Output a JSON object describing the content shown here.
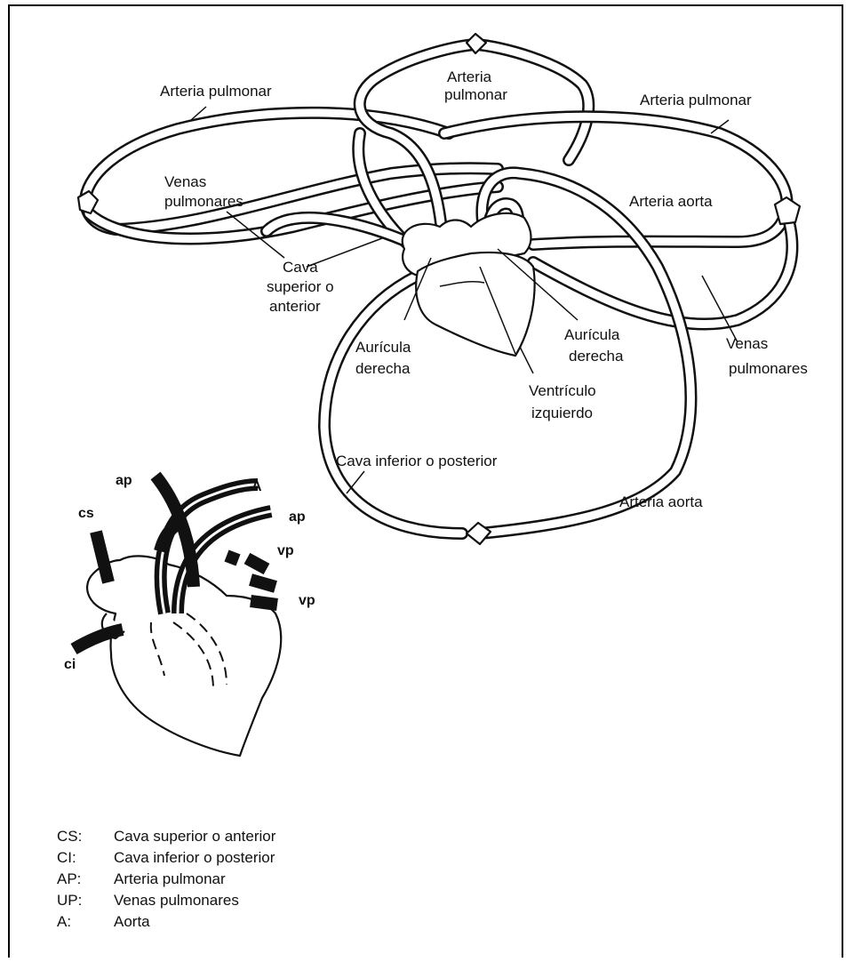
{
  "main_diagram": {
    "labels": {
      "arteria_pulmonar_left": "Arteria pulmonar",
      "arteria_pulmonar_top_1": "Arteria",
      "arteria_pulmonar_top_2": "pulmonar",
      "arteria_pulmonar_right": "Arteria pulmonar",
      "venas_pulmonares_left_1": "Venas",
      "venas_pulmonares_left_2": "pulmonares",
      "arteria_aorta_upper": "Arteria aorta",
      "cava_superior_1": "Cava",
      "cava_superior_2": "superior o",
      "cava_superior_3": "anterior",
      "auricula_derecha_left_1": "Aurícula",
      "auricula_derecha_left_2": "derecha",
      "auricula_derecha_right_1": "Aurícula",
      "auricula_derecha_right_2": "derecha",
      "venas_pulmonares_right_1": "Venas",
      "venas_pulmonares_right_2": "pulmonares",
      "ventriculo_izquierdo_1": "Ventrículo",
      "ventriculo_izquierdo_2": "izquierdo",
      "cava_inferior": "Cava inferior o posterior",
      "arteria_aorta_lower": "Arteria  aorta"
    }
  },
  "small_diagram": {
    "labels": {
      "ap_top": "ap",
      "a": "A",
      "cs": "cs",
      "ap_right": "ap",
      "vp_upper": "vp",
      "vp_lower": "vp",
      "ci": "ci"
    }
  },
  "legend": [
    {
      "abbr": "CS:",
      "text": "Cava superior o anterior"
    },
    {
      "abbr": "CI:",
      "text": "Cava inferior o posterior"
    },
    {
      "abbr": "AP:",
      "text": "Arteria pulmonar"
    },
    {
      "abbr": "UP:",
      "text": "Venas pulmonares"
    },
    {
      "abbr": "A:",
      "text": "Aorta"
    }
  ]
}
